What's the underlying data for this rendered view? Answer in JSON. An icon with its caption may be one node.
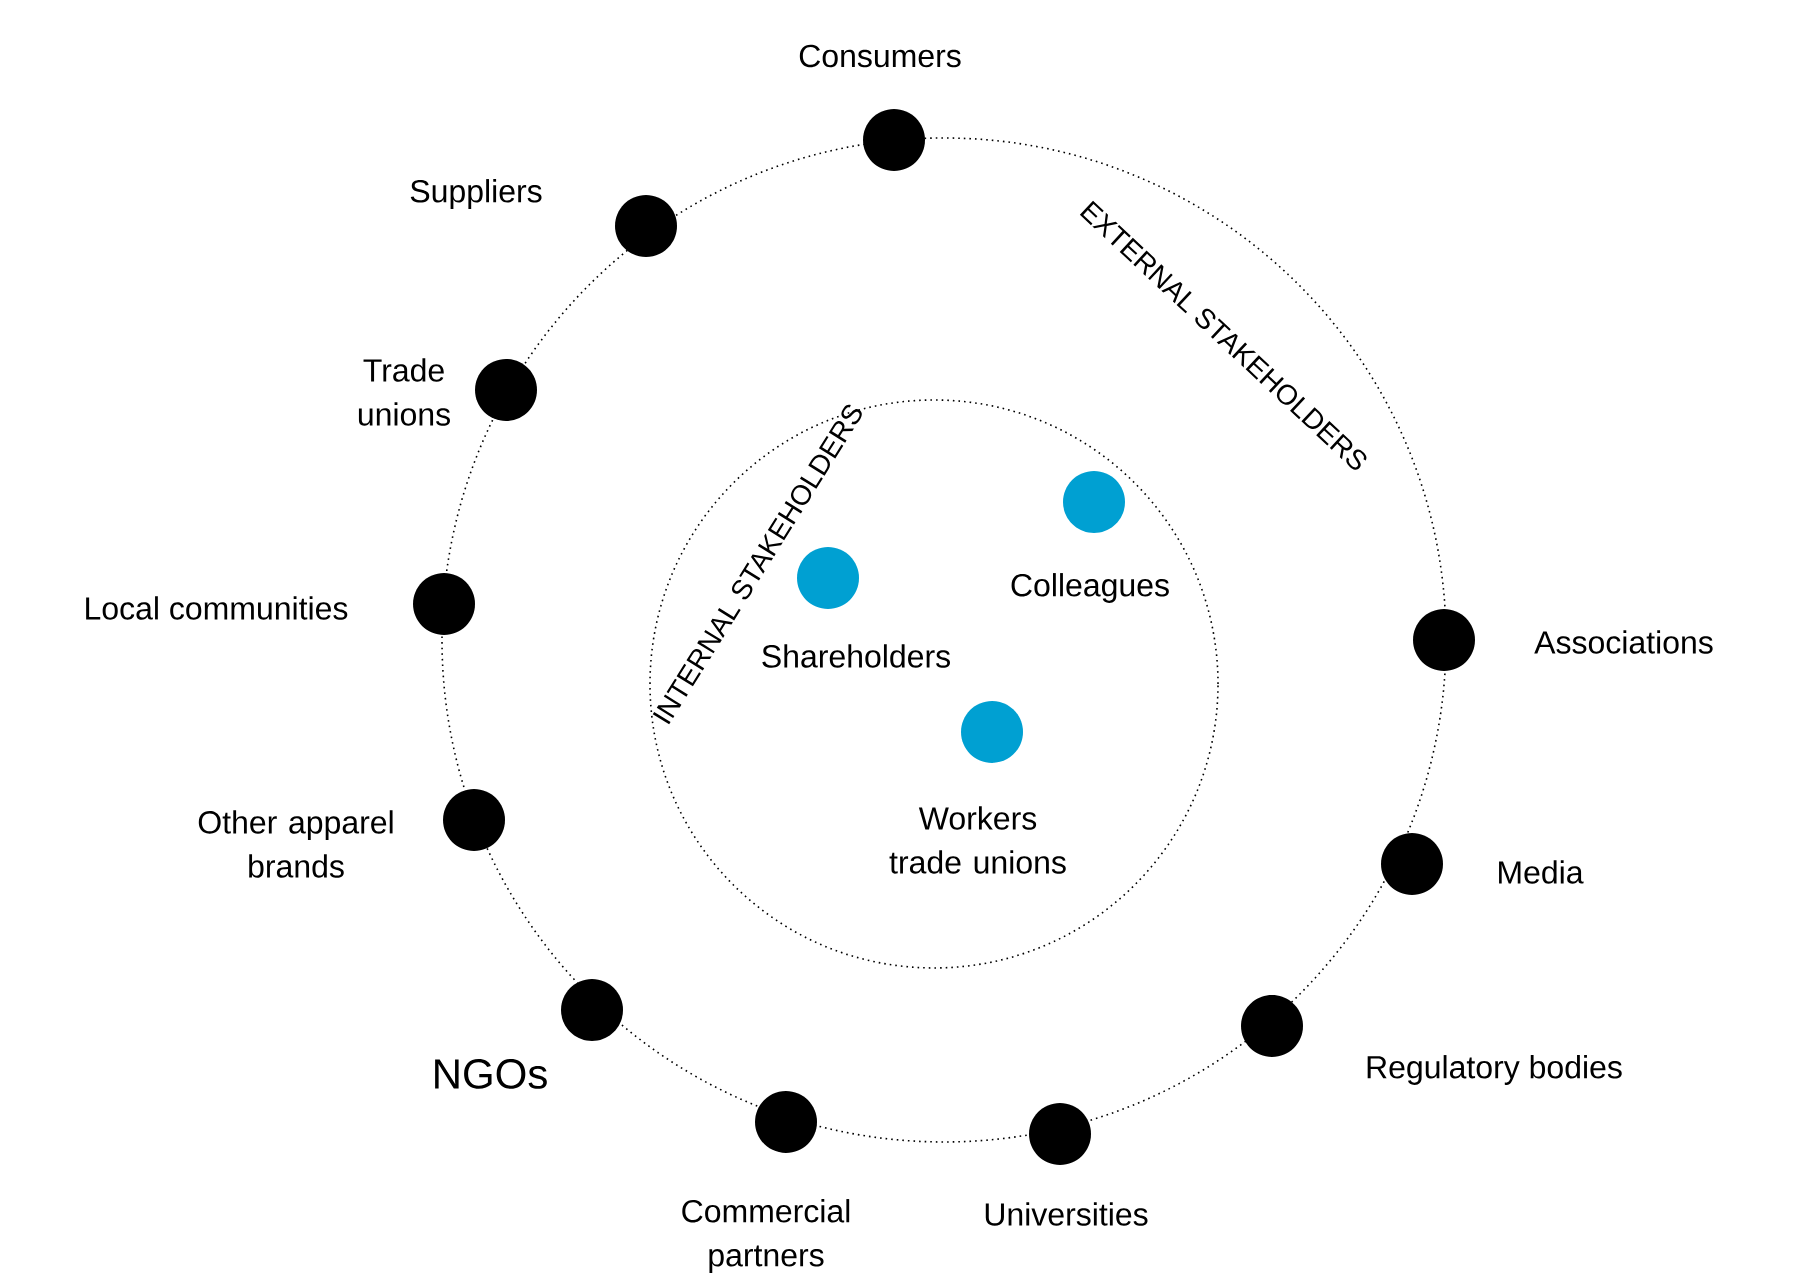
{
  "diagram": {
    "nodes": [
      {
        "text": [
          "EXTERNAL STAKEHOLDERS"
        ]
      },
      {
        "text": [
          "INTERNAL STAKEHOLDERS"
        ],
        "in": 0
      },
      {
        "text": [],
        "shape": "circle",
        "beside": [
          "Consumers"
        ]
      },
      {
        "text": [],
        "shape": "circle",
        "beside": [
          "Suppliers"
        ]
      },
      {
        "text": [],
        "shape": "circle",
        "beside": [
          "Trade unions"
        ]
      },
      {
        "text": [],
        "shape": "circle",
        "beside": [
          "Local communities"
        ]
      },
      {
        "text": [],
        "shape": "circle",
        "beside": [
          "Other apparel brands"
        ]
      },
      {
        "text": [],
        "shape": "circle",
        "beside": [
          "NGOs"
        ]
      },
      {
        "text": [],
        "shape": "circle",
        "beside": [
          "Commercial partners"
        ]
      },
      {
        "text": [],
        "shape": "circle",
        "beside": [
          "Universities"
        ]
      },
      {
        "text": [],
        "shape": "circle",
        "beside": [
          "Regulatory bodies"
        ]
      },
      {
        "text": [],
        "shape": "circle",
        "beside": [
          "Media"
        ]
      },
      {
        "text": [],
        "shape": "circle",
        "beside": [
          "Associations"
        ]
      },
      {
        "text": [],
        "shape": "circle",
        "beside": [
          "Shareholders"
        ],
        "in": 1
      },
      {
        "text": [],
        "shape": "circle",
        "beside": [
          "Colleagues"
        ],
        "in": 1
      },
      {
        "text": [],
        "shape": "circle",
        "beside": [
          "Workers trade unions"
        ],
        "in": 1
      }
    ]
  }
}
